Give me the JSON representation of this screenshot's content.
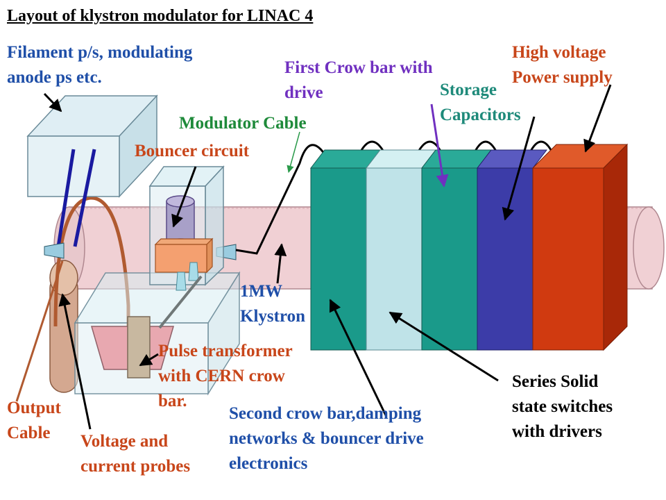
{
  "title": "Layout of klystron modulator for LINAC 4",
  "colors": {
    "label_blue": "#1f4fa8",
    "label_orange": "#c8461a",
    "label_purple": "#7030c0",
    "label_green": "#1e8a3a",
    "label_black": "#000000",
    "klystron_body": "#f0d0d4",
    "teal": "#1a9a8a",
    "light_teal": "#bfe3e8",
    "dark_blue": "#3c3ca8",
    "orange_red": "#d03a10"
  },
  "labels": {
    "filament": [
      "Filament p/s, modulating",
      "anode ps etc."
    ],
    "first_crowbar": [
      "First Crow bar with",
      "drive"
    ],
    "storage_capacitors": [
      "Storage",
      "Capacitors"
    ],
    "hv_power_supply": [
      "High voltage",
      "Power supply"
    ],
    "modulator_cable": [
      "Modulator Cable"
    ],
    "bouncer_circuit": [
      "Bouncer circuit"
    ],
    "klystron": [
      "1MW",
      "Klystron"
    ],
    "pulse_transformer": [
      "Pulse transformer",
      "with CERN crow",
      "bar."
    ],
    "output_cable": [
      "Output",
      "Cable"
    ],
    "probes": [
      "Voltage and",
      "current probes"
    ],
    "second_crowbar": [
      "Second crow bar,damping",
      "networks & bouncer drive",
      "electronics"
    ],
    "series_switches": [
      "Series Solid",
      "state switches",
      "with drivers"
    ]
  }
}
